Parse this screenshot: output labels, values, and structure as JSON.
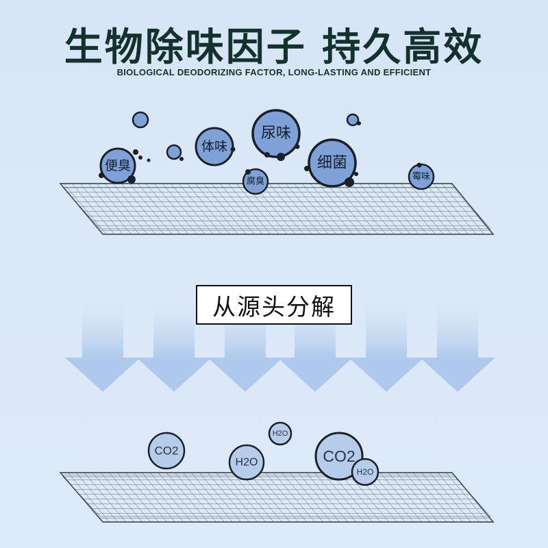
{
  "header": {
    "title": "生物除味因子 持久高效",
    "subtitle": "BIOLOGICAL DEODORIZING FACTOR, LONG-LASTING AND EFFICIENT"
  },
  "odors": {
    "stool": "便臭",
    "body": "体味",
    "urine": "尿味",
    "rot": "腐臭",
    "bacteria": "细菌",
    "mold": "霉味"
  },
  "middle_label": "从源头分解",
  "products": {
    "co2_left": "CO2",
    "h2o_small": "H2O",
    "h2o_mid": "H2O",
    "co2_big": "CO2",
    "h2o_right": "H2O"
  },
  "colors": {
    "background": "#d9e7f7",
    "bubble_fill": "#7ea1d8",
    "molecule_fill": "#b5ccea",
    "arrow": "#a9c6ec",
    "text_dark": "#13322c"
  }
}
